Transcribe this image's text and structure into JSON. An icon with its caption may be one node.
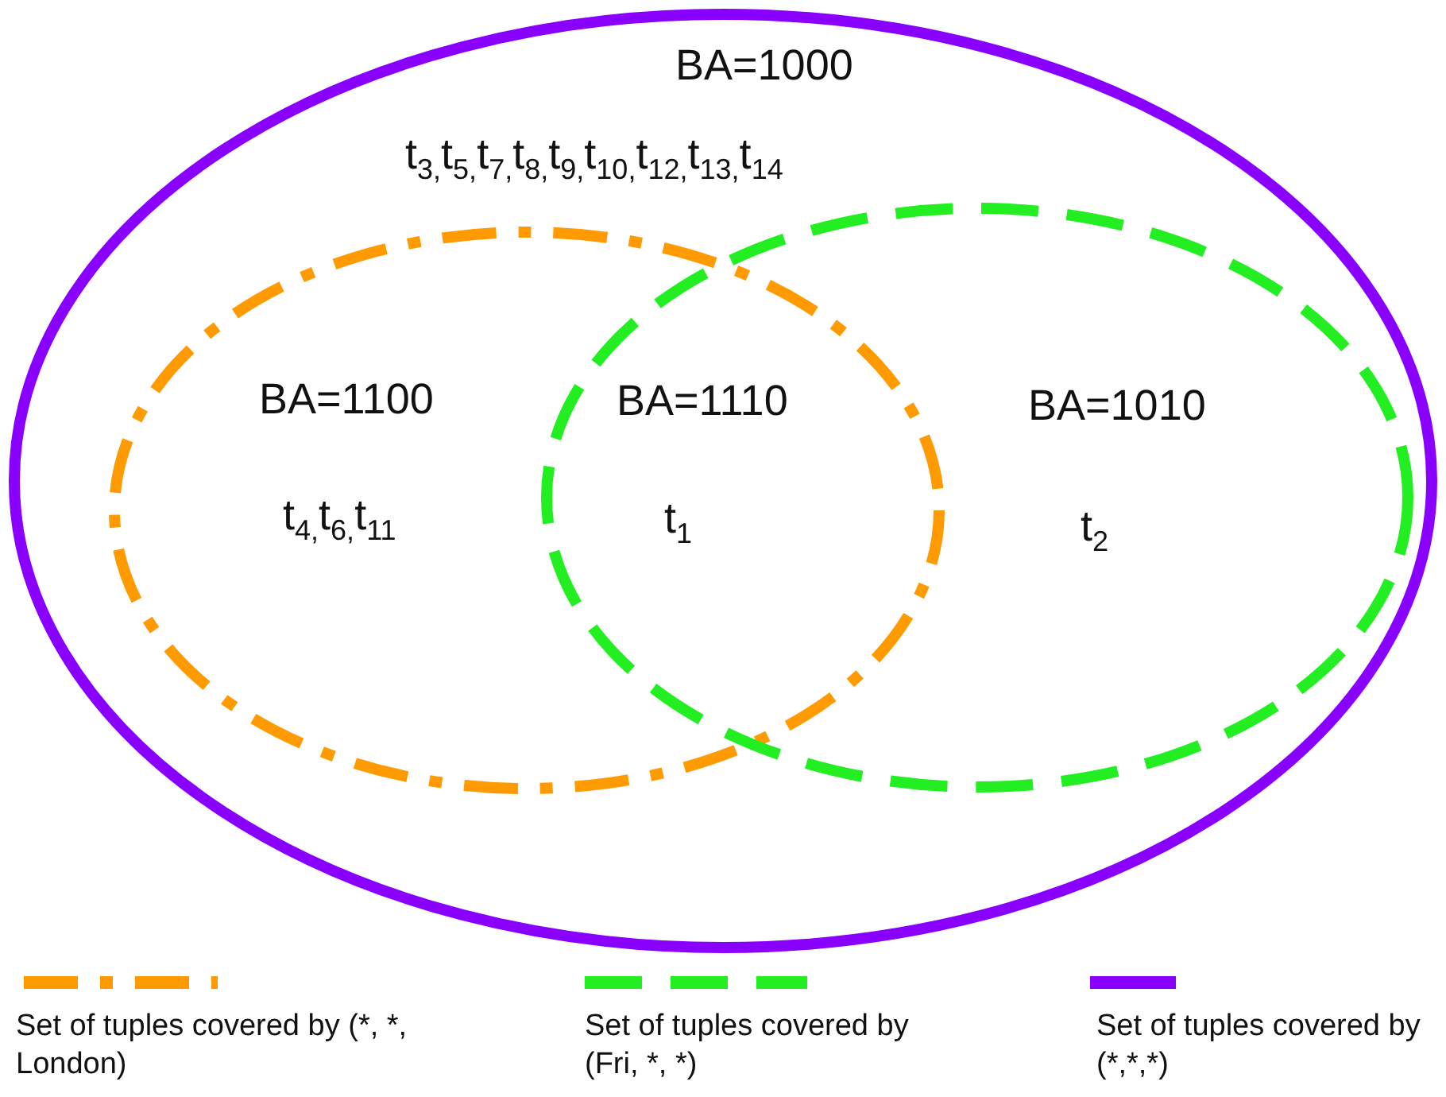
{
  "diagram": {
    "nodes": [
      {
        "text": [
          "BA=1000",
          "t$_{3,}$t$_{5,}$t$_{7,}$t$_{8,}$t$_{9,}$t$_{10,}$t$_{12,}$t$_{13,}$t$_{14}$"
        ]
      },
      {
        "text": [
          "BA=1100",
          "t$_{4,}$t$_{6,}$t$_{11}$"
        ],
        "in": 0
      },
      {
        "text": [
          "BA=1010",
          "t$_{2}$"
        ],
        "in": 0
      }
    ],
    "labels": [
      "BA=1110",
      "t$_{1}$"
    ],
    "legend": [
      {
        "text": "Set of tuples covered by (*, *, London)"
      },
      {
        "text": "Set of tuples covered by (Fri, *, *)"
      },
      {
        "text": "Set of tuples covered by (*,*,*)"
      }
    ]
  }
}
